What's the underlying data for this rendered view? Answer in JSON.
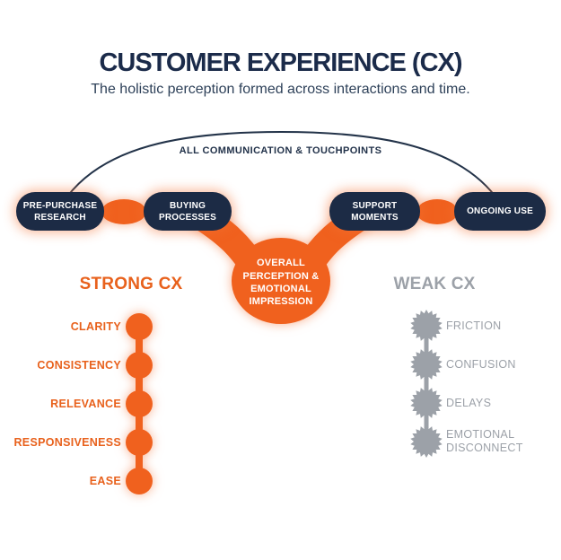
{
  "header": {
    "title": "CUSTOMER EXPERIENCE (CX)",
    "subtitle": "The holistic perception formed across interactions and time."
  },
  "arc": {
    "label": "ALL COMMUNICATION & TOUCHPOINTS"
  },
  "touchpoints": [
    {
      "label": "PRE-PURCHASE RESEARCH"
    },
    {
      "label": "BUYING PROCESSES"
    },
    {
      "label": "SUPPORT MOMENTS"
    },
    {
      "label": "ONGOING USE"
    }
  ],
  "center": {
    "label": "OVERALL PERCEPTION & EMOTIONAL IMPRESSION"
  },
  "strong_cx": {
    "heading": "STRONG CX",
    "items": [
      "CLARITY",
      "CONSISTENCY",
      "RELEVANCE",
      "RESPONSIVENESS",
      "EASE"
    ]
  },
  "weak_cx": {
    "heading": "WEAK CX",
    "items": [
      "FRICTION",
      "CONFUSION",
      "DELAYS",
      "EMOTIONAL DISCONNECT"
    ]
  },
  "colors": {
    "navy": "#1c2b45",
    "title_navy": "#1b2b4a",
    "orange": "#f0611e",
    "orange_text": "#e8611c",
    "gray": "#9ca1a8"
  }
}
